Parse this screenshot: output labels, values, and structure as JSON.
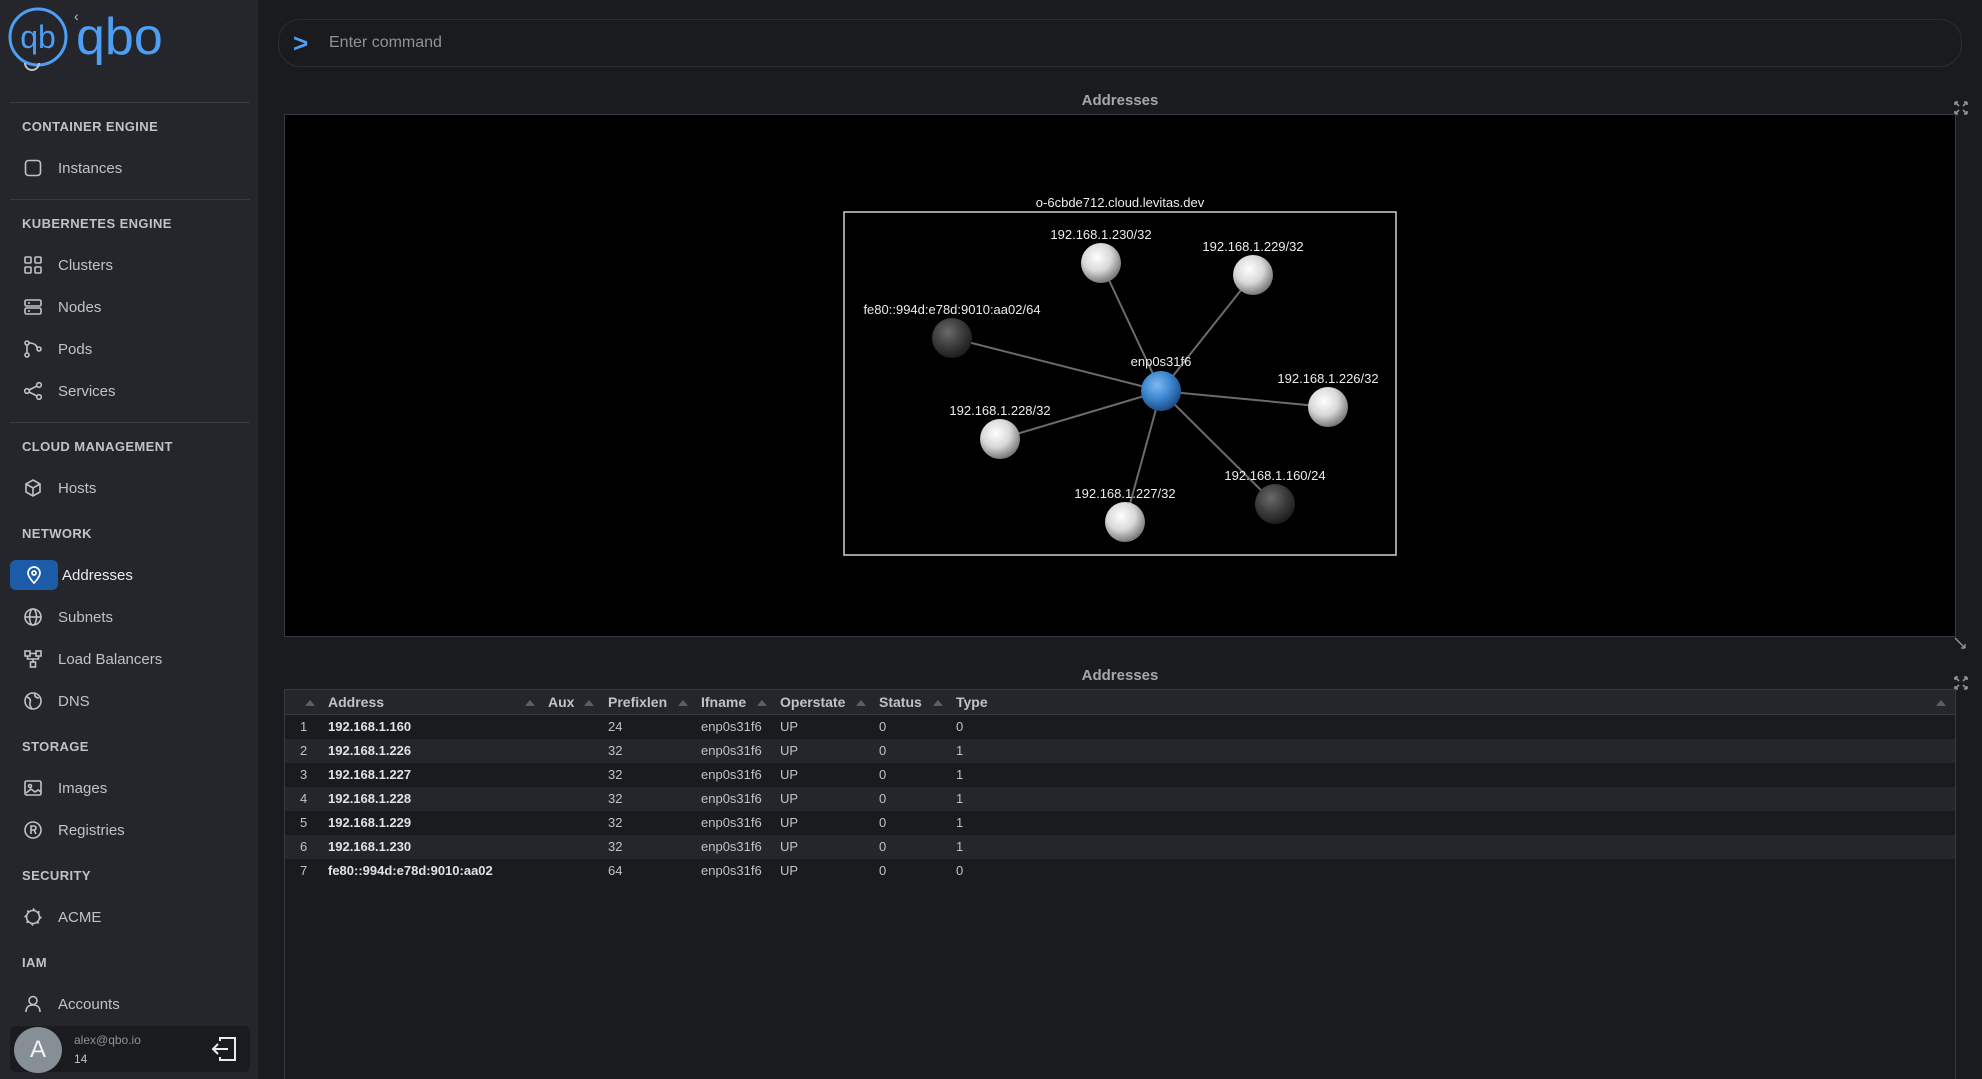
{
  "sidebar": {
    "logo_text": "qbo",
    "sections": [
      {
        "label": "CONTAINER ENGINE",
        "items": [
          {
            "label": "Instances",
            "icon": "square-icon"
          }
        ]
      },
      {
        "label": "KUBERNETES ENGINE",
        "items": [
          {
            "label": "Clusters",
            "icon": "grid-icon"
          },
          {
            "label": "Nodes",
            "icon": "server-icon"
          },
          {
            "label": "Pods",
            "icon": "pods-icon"
          },
          {
            "label": "Services",
            "icon": "share-icon"
          }
        ]
      },
      {
        "label": "CLOUD MANAGEMENT",
        "items": [
          {
            "label": "Hosts",
            "icon": "cube-icon"
          }
        ]
      },
      {
        "label": "NETWORK",
        "items": [
          {
            "label": "Addresses",
            "icon": "map-pin-icon",
            "active": true
          },
          {
            "label": "Subnets",
            "icon": "globe-icon"
          },
          {
            "label": "Load Balancers",
            "icon": "network-icon"
          },
          {
            "label": "DNS",
            "icon": "world-icon"
          }
        ]
      },
      {
        "label": "STORAGE",
        "items": [
          {
            "label": "Images",
            "icon": "image-icon"
          },
          {
            "label": "Registries",
            "icon": "registered-icon"
          }
        ]
      },
      {
        "label": "SECURITY",
        "items": [
          {
            "label": "ACME",
            "icon": "certificate-icon"
          }
        ]
      },
      {
        "label": "IAM",
        "items": [
          {
            "label": "Accounts",
            "icon": "user-icon"
          }
        ]
      }
    ],
    "user": {
      "avatar_letter": "A",
      "email": "alex@qbo.io",
      "count": "14"
    }
  },
  "command": {
    "prompt": ">",
    "placeholder": "Enter command"
  },
  "graph": {
    "title": "Addresses",
    "group_label": "o-6cbde712.cloud.levitas.dev",
    "center_node": {
      "label": "enp0s31f6",
      "color": "#4a90d9"
    },
    "nodes": [
      {
        "label": "192.168.1.230/32",
        "shade": "light"
      },
      {
        "label": "192.168.1.229/32",
        "shade": "light"
      },
      {
        "label": "fe80::994d:e78d:9010:aa02/64",
        "shade": "dark"
      },
      {
        "label": "192.168.1.226/32",
        "shade": "light"
      },
      {
        "label": "192.168.1.228/32",
        "shade": "light"
      },
      {
        "label": "192.168.1.160/24",
        "shade": "dark"
      },
      {
        "label": "192.168.1.227/32",
        "shade": "light"
      }
    ]
  },
  "table": {
    "title": "Addresses",
    "columns": [
      "Address",
      "Aux",
      "Prefixlen",
      "Ifname",
      "Operstate",
      "Status",
      "Type"
    ],
    "rows": [
      {
        "n": "1",
        "address": "192.168.1.160",
        "aux": "",
        "prefixlen": "24",
        "ifname": "enp0s31f6",
        "operstate": "UP",
        "status": "0",
        "type": "0"
      },
      {
        "n": "2",
        "address": "192.168.1.226",
        "aux": "",
        "prefixlen": "32",
        "ifname": "enp0s31f6",
        "operstate": "UP",
        "status": "0",
        "type": "1"
      },
      {
        "n": "3",
        "address": "192.168.1.227",
        "aux": "",
        "prefixlen": "32",
        "ifname": "enp0s31f6",
        "operstate": "UP",
        "status": "0",
        "type": "1"
      },
      {
        "n": "4",
        "address": "192.168.1.228",
        "aux": "",
        "prefixlen": "32",
        "ifname": "enp0s31f6",
        "operstate": "UP",
        "status": "0",
        "type": "1"
      },
      {
        "n": "5",
        "address": "192.168.1.229",
        "aux": "",
        "prefixlen": "32",
        "ifname": "enp0s31f6",
        "operstate": "UP",
        "status": "0",
        "type": "1"
      },
      {
        "n": "6",
        "address": "192.168.1.230",
        "aux": "",
        "prefixlen": "32",
        "ifname": "enp0s31f6",
        "operstate": "UP",
        "status": "0",
        "type": "1"
      },
      {
        "n": "7",
        "address": "fe80::994d:e78d:9010:aa02",
        "aux": "",
        "prefixlen": "64",
        "ifname": "enp0s31f6",
        "operstate": "UP",
        "status": "0",
        "type": "0"
      }
    ]
  }
}
